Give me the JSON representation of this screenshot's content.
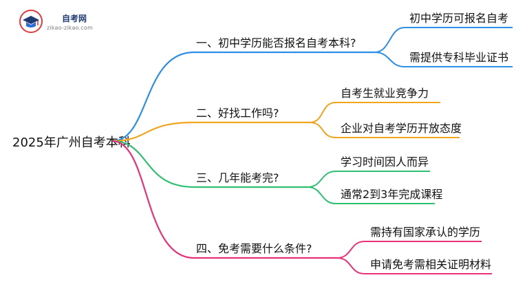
{
  "logo": {
    "name": "自考网",
    "url": "zikao-zikao.com"
  },
  "mindmap": {
    "root": "2025年广州自考本科",
    "branches": [
      {
        "label": "一、初中学历能否报名自考本科?",
        "color": "#2b8ee8",
        "leaves": [
          "初中学历可报名自考",
          "需提供专科毕业证书"
        ]
      },
      {
        "label": "二、好找工作吗?",
        "color": "#f2a41a",
        "leaves": [
          "自考生就业竞争力",
          "企业对自考学历开放态度"
        ]
      },
      {
        "label": "三、几年能考完?",
        "color": "#2fbf71",
        "leaves": [
          "学习时间因人而异",
          "通常2到3年完成课程"
        ]
      },
      {
        "label": "四、免考需要什么条件?",
        "color": "#ea2f79",
        "leaves": [
          "需持有国家承认的学历",
          "申请免考需相关证明材料"
        ]
      }
    ]
  }
}
